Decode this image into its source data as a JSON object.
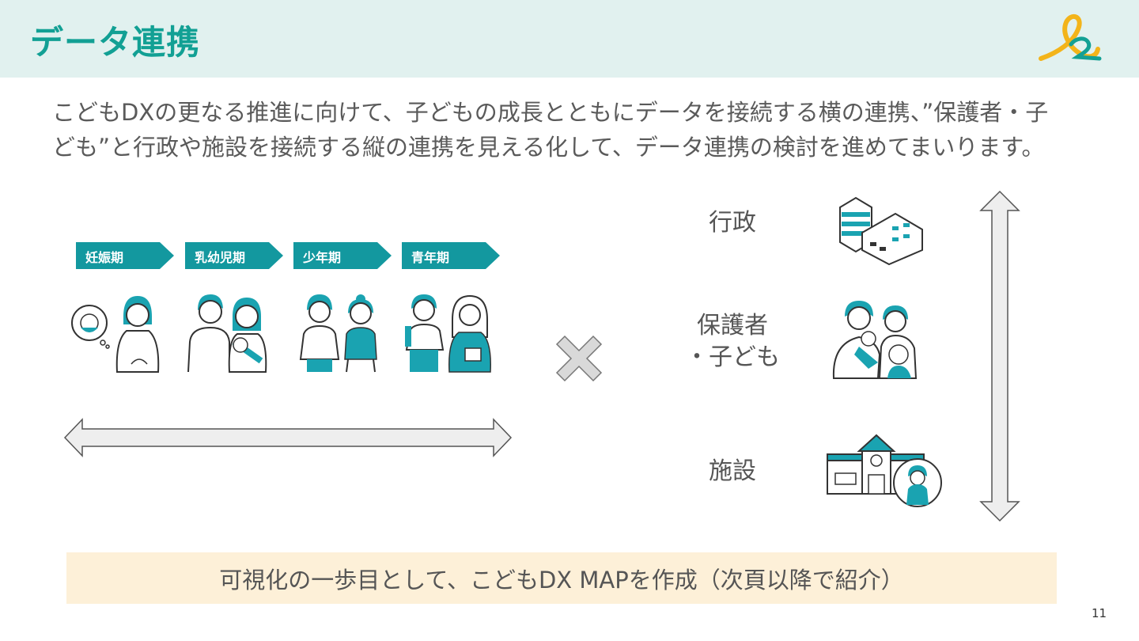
{
  "header": {
    "title": "データ連携",
    "logo_icon": "kodomo-dx-logo-icon"
  },
  "intro": {
    "line1": "こどもDXの更なる推進に向けて、子どもの成長とともにデータを接続する横の連携、”保護者・子",
    "line2": "ども”と行政や施設を接続する縦の連携を見える化して、データ連携の検討を進めてまいります。"
  },
  "stages": [
    {
      "label": "妊娠期"
    },
    {
      "label": "乳幼児期"
    },
    {
      "label": "少年期"
    },
    {
      "label": "青年期"
    }
  ],
  "stakeholders": [
    {
      "label": "行政",
      "icon": "government-building-icon"
    },
    {
      "label_line1": "保護者",
      "label_line2": "・子ども",
      "icon": "family-icon"
    },
    {
      "label": "施設",
      "icon": "school-facility-icon"
    }
  ],
  "footer": {
    "text": "可視化の一歩目として、こどもDX MAPを作成（次頁以降で紹介）"
  },
  "page_number": "11",
  "colors": {
    "accent": "#12a094",
    "stage_fill": "#13989f",
    "figure_teal": "#1aa3b1",
    "header_bg": "#e1f1ef",
    "footer_bg": "#fdf0d8",
    "logo_yellow": "#f3b41a"
  }
}
